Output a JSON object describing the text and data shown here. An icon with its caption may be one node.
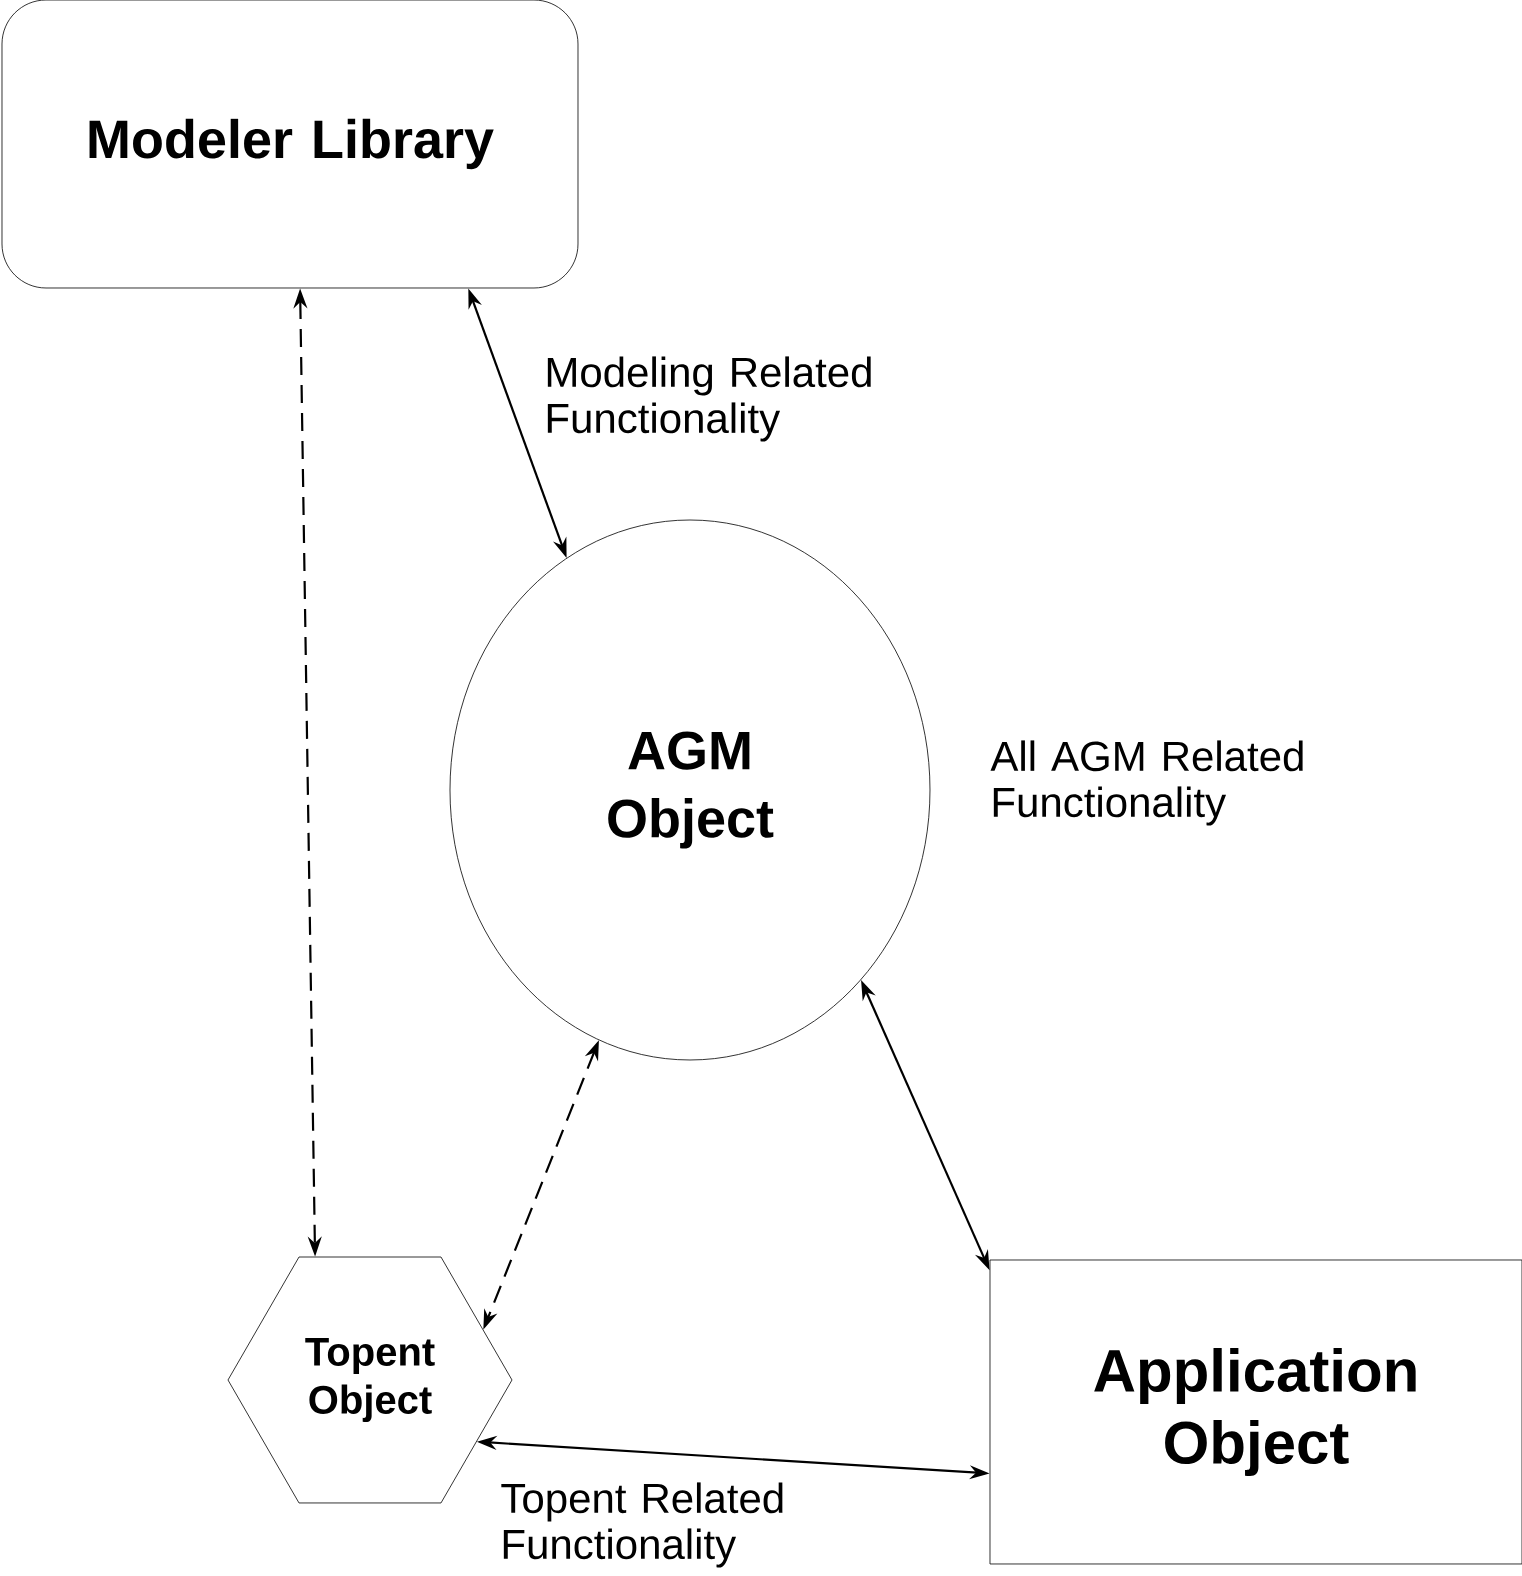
{
  "diagram": {
    "nodes": [
      {
        "text": [
          "Modeler Library"
        ]
      },
      {
        "text": [
          "AGM Object"
        ]
      },
      {
        "text": [
          "Topent Object"
        ]
      },
      {
        "text": [
          "Application Object"
        ]
      }
    ],
    "edges": [
      {
        "from": 0,
        "to": 1,
        "arrow": "both",
        "label": "Modeling Related Functionality"
      },
      {
        "from": 0,
        "to": 2,
        "arrow": "both",
        "style": "dashed"
      },
      {
        "from": 1,
        "to": 2,
        "arrow": "both",
        "style": "dashed"
      },
      {
        "from": 1,
        "to": 3,
        "arrow": "both",
        "label": "All AGM Related Functionality"
      },
      {
        "from": 2,
        "to": 3,
        "arrow": "both",
        "label": "Topent Related Functionality"
      }
    ]
  }
}
